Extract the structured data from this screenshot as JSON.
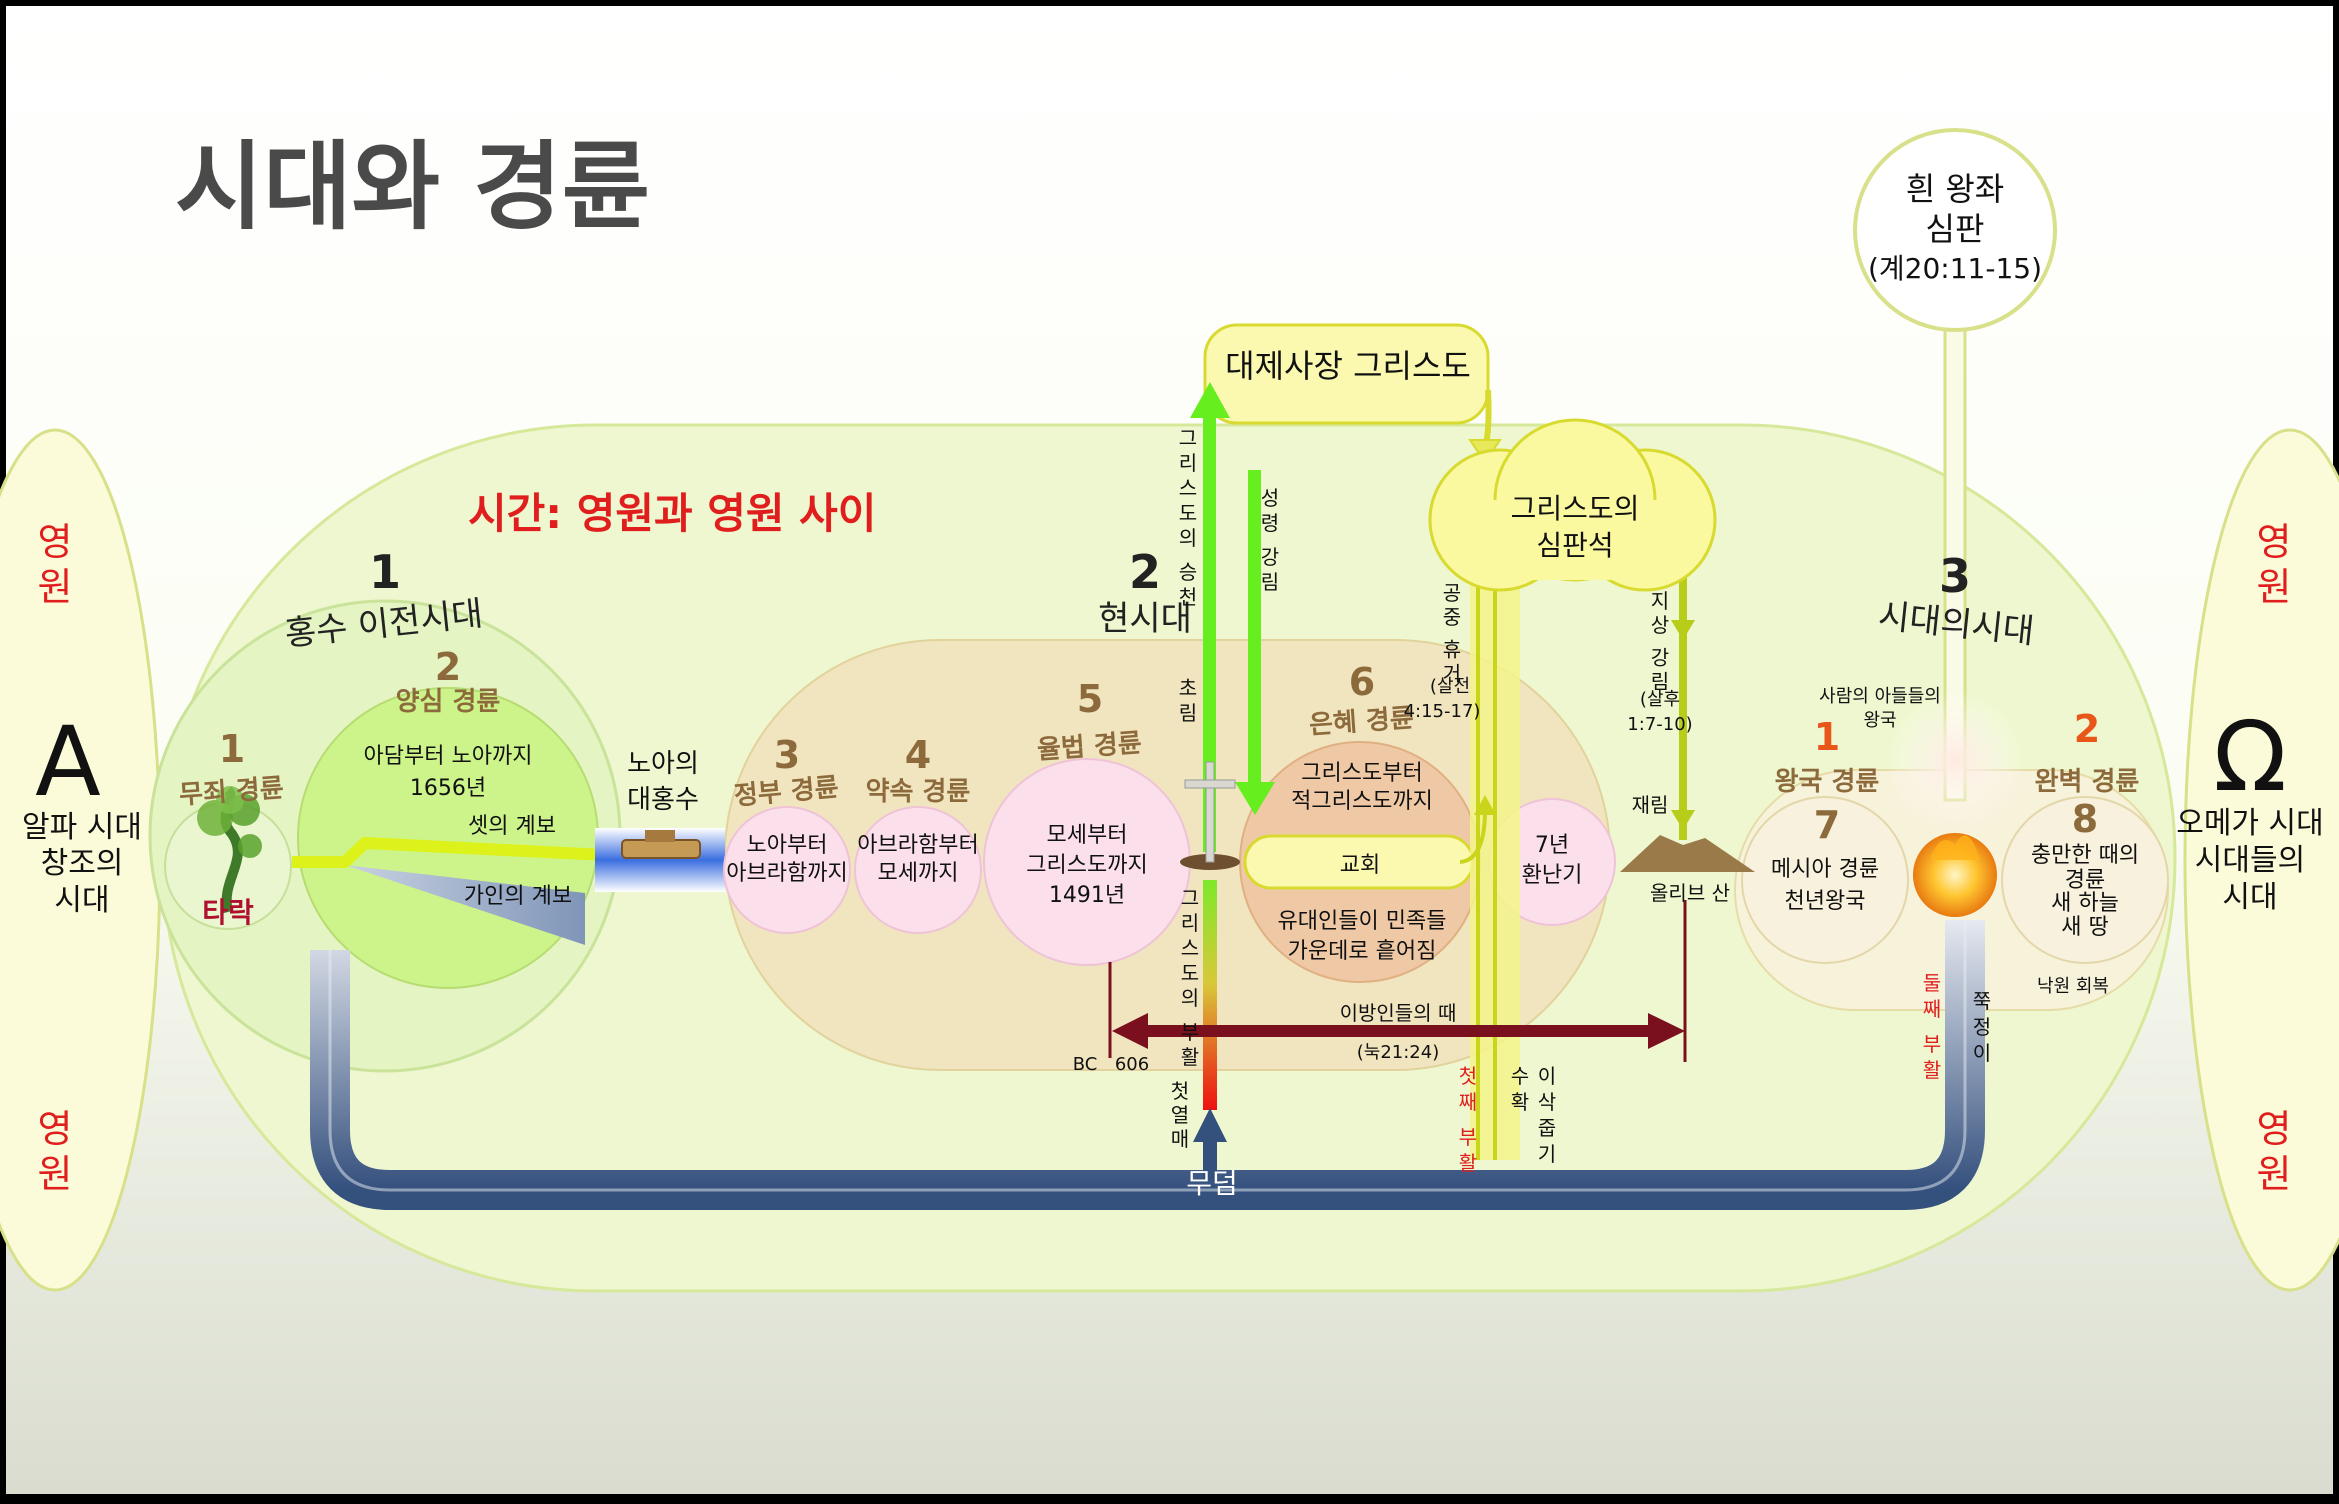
{
  "title": "시대와 경륜",
  "subtitle": "시간: 영원과 영원 사이",
  "eternity": {
    "word": "영원"
  },
  "alpha": {
    "symbol": "A",
    "line1": "알파 시대",
    "line2": "창조의",
    "line3": "시대"
  },
  "omega": {
    "symbol": "Ω",
    "line1": "오메가 시대",
    "line2": "시대들의",
    "line3": "시대"
  },
  "ages": {
    "age1_num": "1",
    "age1_name": "홍수 이전시대",
    "age2_num": "2",
    "age2_name": "현시대",
    "age3_num": "3",
    "age3_name": "시대의시대"
  },
  "dispensations": {
    "d1_num": "1",
    "d1_name": "무죄 경륜",
    "fall": "타락",
    "d2_num": "2",
    "d2_name": "양심 경륜",
    "d2_line1": "아담부터 노아까지",
    "d2_line2": "1656년",
    "seth": "셋의 계보",
    "cain": "가인의 계보",
    "flood_line1": "노아의",
    "flood_line2": "대홍수",
    "d3_num": "3",
    "d3_name": "정부 경륜",
    "d3_line1": "노아부터",
    "d3_line2": "아브라함까지",
    "d4_num": "4",
    "d4_name": "약속 경륜",
    "d4_line1": "아브라함부터",
    "d4_line2": "모세까지",
    "d5_num": "5",
    "d5_name": "율법 경륜",
    "d5_line1": "모세부터",
    "d5_line2": "그리스도까지",
    "d5_line3": "1491년",
    "d6_num": "6",
    "d6_name": "은혜 경륜",
    "d6_line1": "그리스도부터",
    "d6_line2": "적그리스도까지",
    "church": "교회",
    "jews_line1": "유대인들이 민족들",
    "jews_line2": "가운데로 흩어짐",
    "tribulation_line1": "7년",
    "tribulation_line2": "환난기",
    "kingdom_num": "1",
    "kingdom_name": "왕국 경륜",
    "son_of_man_line1": "사람의 아들들의",
    "son_of_man_line2": "왕국",
    "d7_num": "7",
    "d7_line1": "메시아 경륜",
    "d7_line2": "천년왕국",
    "perfect_num": "2",
    "perfect_name": "완벽 경륜",
    "d8_num": "8",
    "d8_line1": "충만한 때의",
    "d8_line2": "경륜",
    "d8_line3": "새 하늘",
    "d8_line4": "새 땅",
    "paradise": "낙원 회복"
  },
  "events": {
    "high_priest": "대제사장 그리스도",
    "judgment_seat_line1": "그리스도의",
    "judgment_seat_line2": "심판석",
    "white_throne_line1": "흰 왕좌",
    "white_throne_line2": "심판",
    "white_throne_line3": "(계20:11-15)",
    "ascension": "그리스도의 승천",
    "incarnation": "초림",
    "spirit": "성령 강림",
    "resurrection": "그리스도의 부활",
    "firstfruits": "첫열매",
    "rapture": "공중 휴거",
    "rapture_ref1": "(살전",
    "rapture_ref2": "4:15-17)",
    "descent": "지상 강림",
    "descent_ref1": "(살후",
    "descent_ref2": "1:7-10)",
    "second_coming": "재림",
    "olivet": "올리브 산",
    "gentiles": "이방인들의 때",
    "gentiles_ref": "(눅21:24)",
    "bc": "BC",
    "year606": "606",
    "first_resurrection": "첫째 부활",
    "harvest": "수확",
    "gleaning": "이삭줍기",
    "second_resurrection": "둘째 부활",
    "tares": "쭉정이",
    "grave": "무덤"
  },
  "colors": {
    "title": "#4a4a4a",
    "subtitle": "#e01e1e",
    "dispensation": "#8c6a3c",
    "orange": "#e8561a",
    "grave_blue": "#3a5480",
    "arrow_green": "#66ee1e",
    "gentile_arrow": "#7a0f1e"
  }
}
